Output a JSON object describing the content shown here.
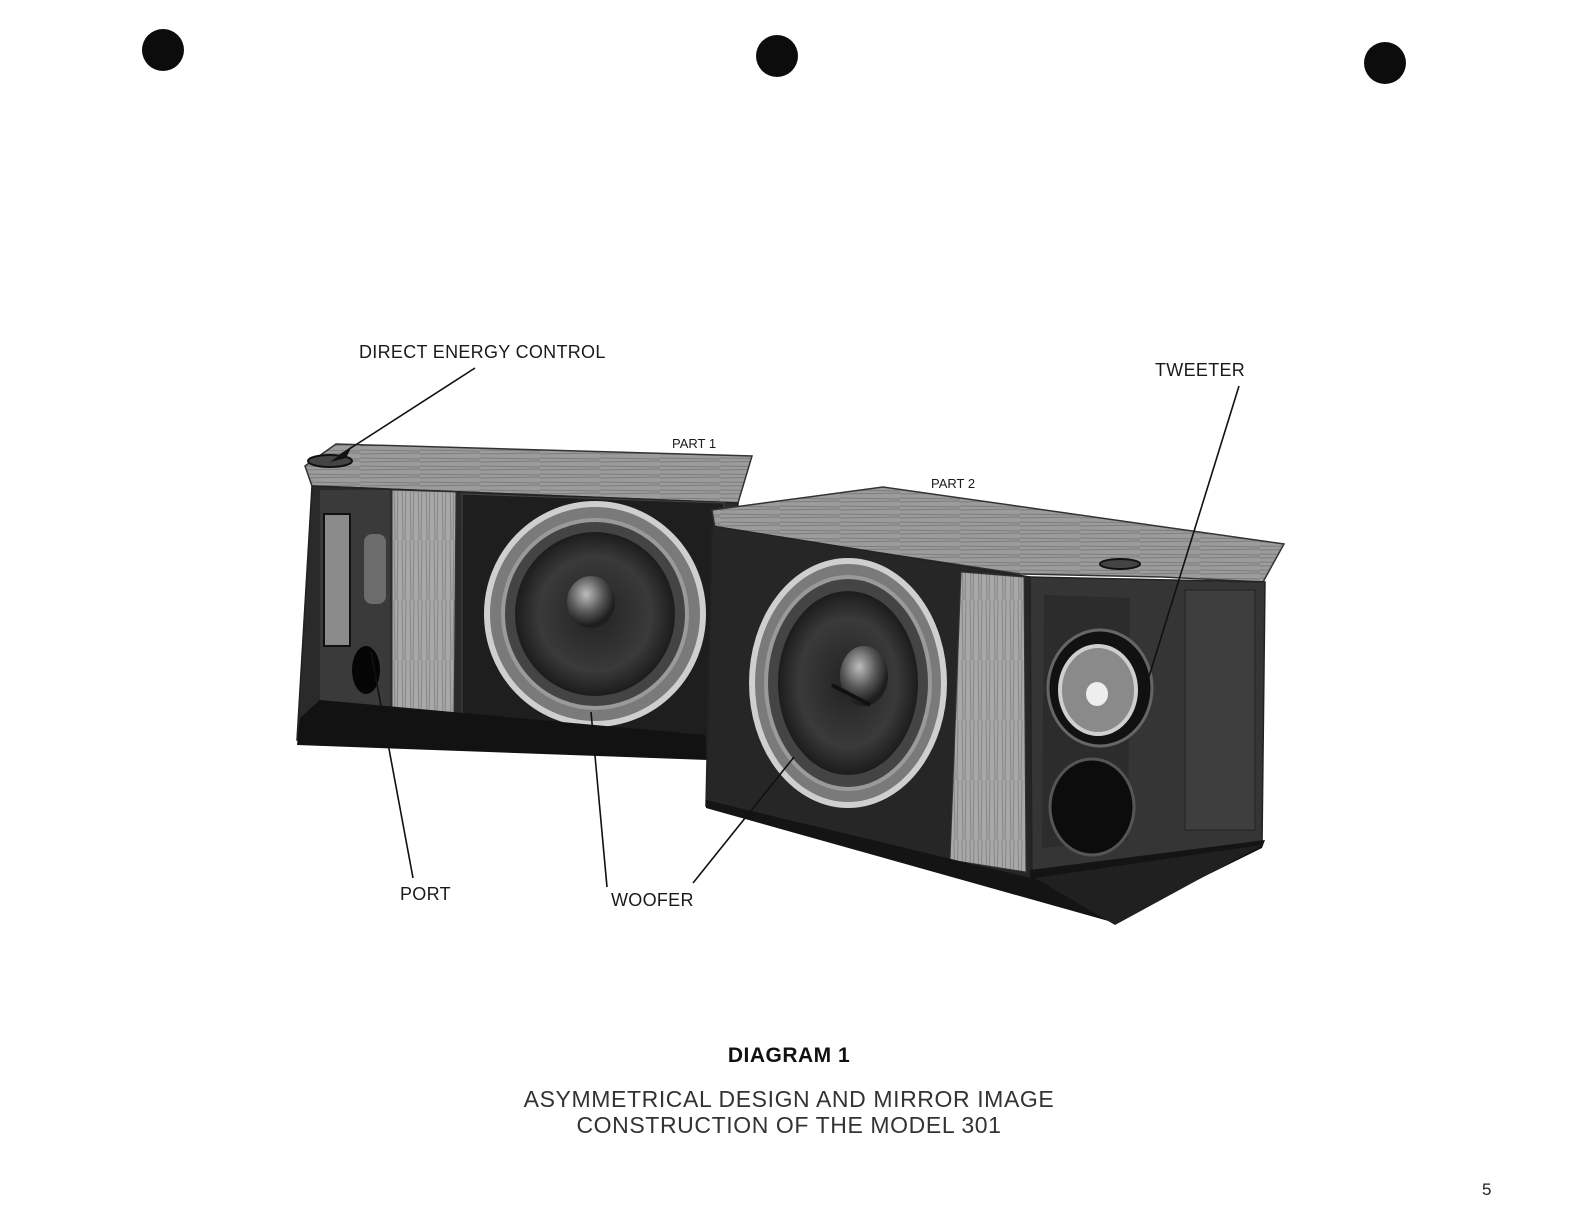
{
  "labels": {
    "direct_energy_control": "DIRECT ENERGY CONTROL",
    "part1": "PART 1",
    "part2": "PART 2",
    "tweeter": "TWEETER",
    "port": "PORT",
    "woofer": "WOOFER"
  },
  "caption": {
    "title": "DIAGRAM 1",
    "line1": "ASYMMETRICAL DESIGN AND MIRROR IMAGE",
    "line2": "CONSTRUCTION OF THE MODEL 301"
  },
  "page_number": "5"
}
